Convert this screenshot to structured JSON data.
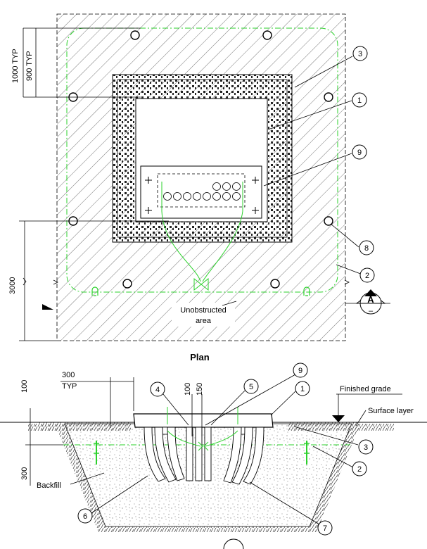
{
  "plan": {
    "title": "Plan",
    "dim_top_outer": "1000 TYP",
    "dim_top_inner": "900 TYP",
    "dim_side": "3000",
    "unobstructed_line1": "Unobstructed",
    "unobstructed_line2": "area",
    "section_marker": "A",
    "section_marker_sub": "–",
    "callouts": [
      "3",
      "1",
      "9",
      "8",
      "2"
    ]
  },
  "section": {
    "dim_300": "300",
    "dim_typ": "TYP",
    "dim_100_left": "100",
    "dim_100_top": "100",
    "dim_150": "150",
    "dim_300_left": "300",
    "label_finished_grade": "Finished grade",
    "label_surface_layer": "Surface layer",
    "label_backfill": "Backfill",
    "callouts": [
      "4",
      "5",
      "9",
      "1",
      "3",
      "2",
      "6",
      "7"
    ]
  },
  "colors": {
    "line": "#000000",
    "clearance": "#2bd12b"
  }
}
